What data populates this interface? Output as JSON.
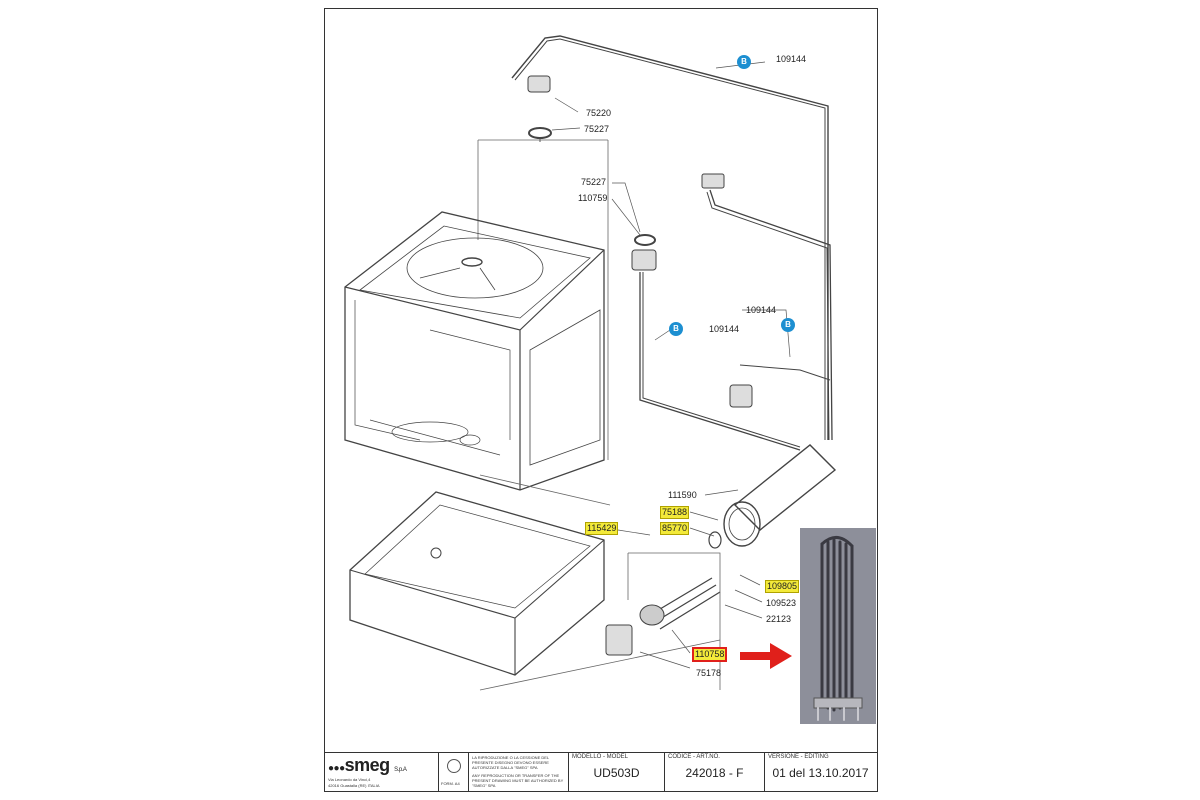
{
  "parts": {
    "p109144_top": "109144",
    "p75220": "75220",
    "p75227_top": "75227",
    "p75227_mid": "75227",
    "p110759": "110759",
    "p109144_right": "109144",
    "p109144_mid": "109144",
    "p111590": "111590",
    "p75188": "75188",
    "p85770": "85770",
    "p115429": "115429",
    "p109805": "109805",
    "p109523": "109523",
    "p22123": "22123",
    "p110758": "110758",
    "p75178": "75178"
  },
  "badge_letter": "B",
  "colors": {
    "highlight": "#f3ea3a",
    "badge": "#1d8fd1",
    "callout_red": "#e0201b"
  },
  "title_block": {
    "brand": "smeg",
    "brand_suffix": "S.p.A",
    "address_line1": "Via Leonardo da Vinci,4",
    "address_line2": "42016  Guastalla (RE) ITALIA",
    "form": "FORM. A4",
    "legal_it": "LA RIPRODUZIONE O LA CESSIONE DEL PRESENTE DISEGNO DEVONO ESSERE AUTORIZZATE DALLA \"SMEG\" SPA",
    "legal_en": "ANY REPRODUCTION OR TRANSFER OF THE PRESENT DRAWING MUST BE AUTHORIZED BY \"SMEG\" SPA",
    "model_header": "MODELLO - MODEL",
    "model_value": "UD503D",
    "code_header": "CODICE - ART.NO.",
    "code_value": "242018 - F",
    "version_header": "VERSIONE - EDITING",
    "version_value": "01 del 13.10.2017"
  }
}
